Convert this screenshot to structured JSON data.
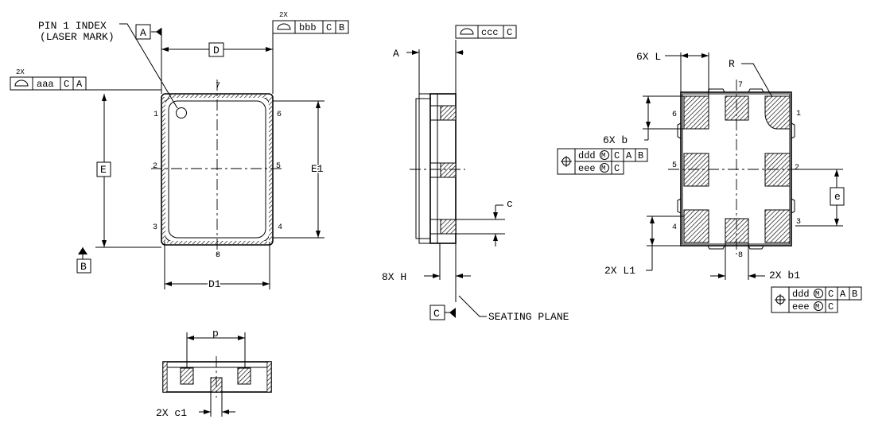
{
  "labels": {
    "pin1_index": "PIN 1 INDEX",
    "laser_mark": "(LASER MARK)",
    "datum_a": "A",
    "datum_b": "B",
    "datum_c": "C",
    "dim_d": "D",
    "dim_d1": "D1",
    "dim_e": "E",
    "dim_e1": "E1",
    "dim_a": "A",
    "dim_c": "c",
    "dim_8xh": "8X H",
    "seating_plane": "SEATING PLANE",
    "dim_6xl": "6X L",
    "dim_r": "R",
    "dim_6xb": "6X b",
    "dim_e_pitch": "e",
    "dim_2xl1": "2X L1",
    "dim_2xb1": "2X b1",
    "dim_p": "p",
    "dim_2xc1": "2X c1"
  },
  "pins_top": [
    "1",
    "2",
    "3",
    "4",
    "5",
    "6",
    "7",
    "8"
  ],
  "pins_bottom": [
    "1",
    "2",
    "3",
    "4",
    "5",
    "6",
    "7",
    "8"
  ],
  "callouts": {
    "fcf_top": {
      "multiplier": "2X",
      "tol": "bbb",
      "datum1": "C",
      "datum2": "B"
    },
    "fcf_left": {
      "multiplier": "2X",
      "tol": "aaa",
      "datum1": "C",
      "datum2": "A"
    },
    "fcf_side": {
      "tol": "ccc",
      "datum1": "C"
    },
    "fcf_pos1": {
      "row1_tol": "ddd",
      "row1_mod": "M",
      "row1_d1": "C",
      "row1_d2": "A",
      "row1_d3": "B",
      "row2_tol": "eee",
      "row2_mod": "M",
      "row2_d1": "C"
    },
    "fcf_pos2": {
      "row1_tol": "ddd",
      "row1_mod": "M",
      "row1_d1": "C",
      "row1_d2": "A",
      "row1_d3": "B",
      "row2_tol": "eee",
      "row2_mod": "M",
      "row2_d1": "C"
    }
  }
}
